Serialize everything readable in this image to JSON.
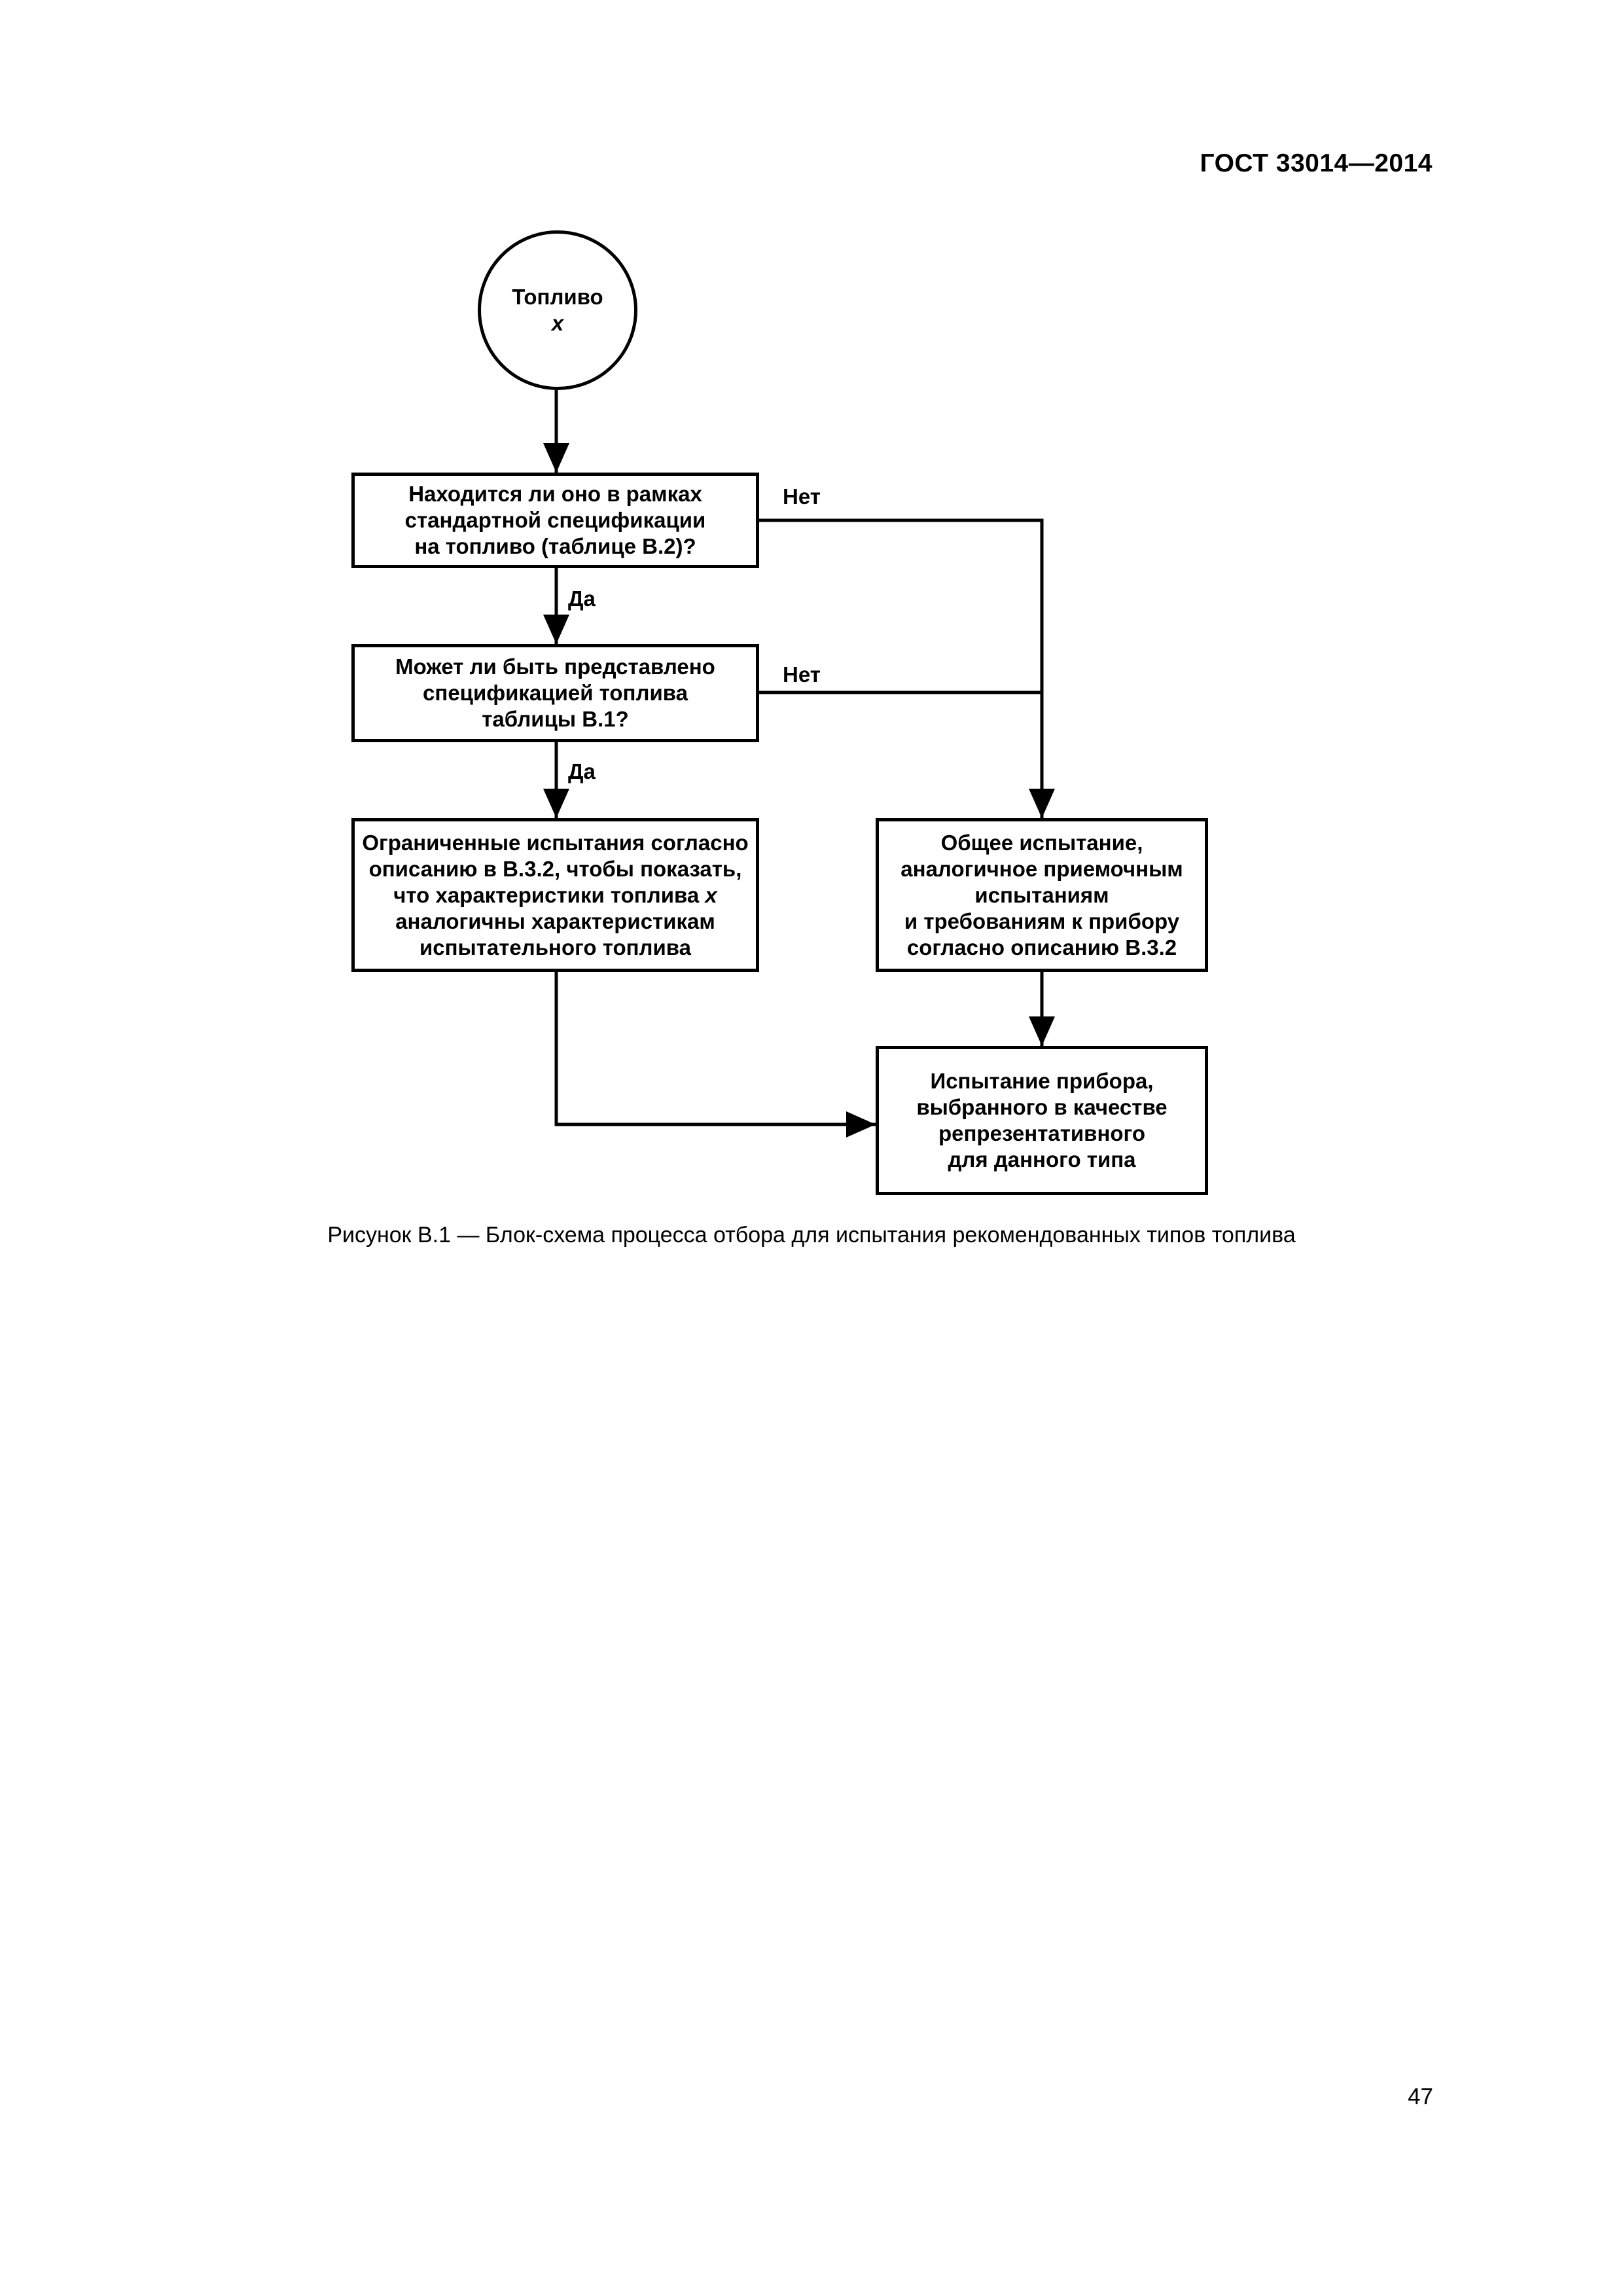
{
  "header": {
    "doc_id": "ГОСТ 33014—2014"
  },
  "diagram": {
    "start": {
      "line1": "Топливо",
      "line2": "x"
    },
    "decision1": {
      "lines": [
        "Находится ли оно в рамках",
        "стандартной спецификации",
        "на топливо (таблице В.2)?"
      ]
    },
    "decision2": {
      "lines": [
        "Может ли быть представлено",
        "спецификацией топлива",
        "таблицы В.1?"
      ]
    },
    "limited_test": {
      "lines": [
        "Ограниченные испытания согласно",
        "описанию в В.3.2, чтобы показать,",
        "что характеристики топлива",
        "x",
        "аналогичны характеристикам",
        "испытательного топлива"
      ]
    },
    "general_test": {
      "lines": [
        "Общее испытание,",
        "аналогичное приемочным",
        "испытаниям",
        "и требованиям к прибору",
        "согласно описанию В.3.2"
      ]
    },
    "device_test": {
      "lines": [
        "Испытание прибора,",
        "выбранного в качестве",
        "репрезентативного",
        "для данного типа"
      ]
    },
    "labels": {
      "no1": "Нет",
      "no2": "Нет",
      "yes1": "Да",
      "yes2": "Да"
    }
  },
  "caption": "Рисунок В.1 — Блок-схема процесса отбора для испытания рекомендованных типов топлива",
  "page_number": "47"
}
